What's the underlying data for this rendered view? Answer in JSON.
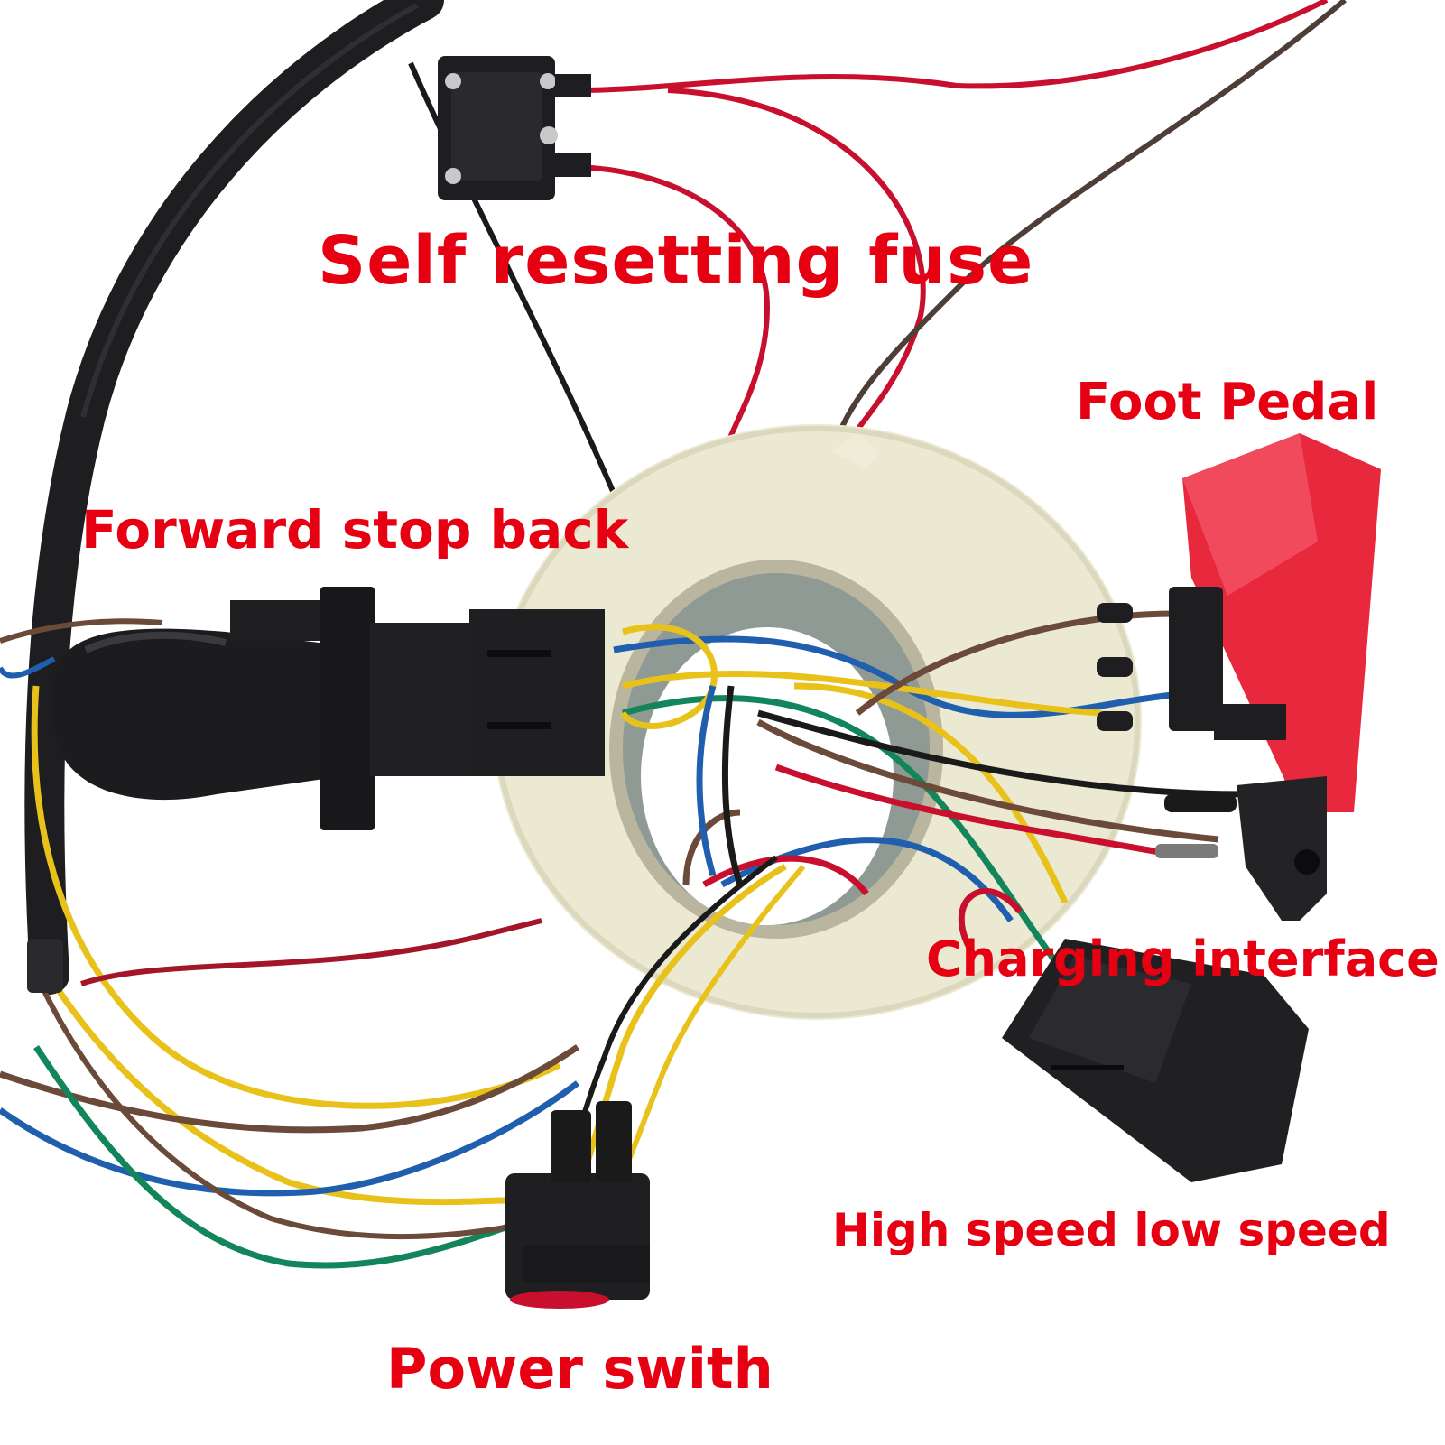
{
  "image": {
    "subject": "Ride-on toy car wiring harness with labeled components",
    "background_color": "#ffffff",
    "label_color": "#e60012"
  },
  "labels": {
    "self_resetting_fuse": "Self resetting fuse",
    "foot_pedal": "Foot Pedal",
    "forward_stop_back": "Forward stop back",
    "charging_interface": "Charging interface",
    "high_low_speed": "High speed low speed",
    "power_switch": "Power swith"
  },
  "components": [
    {
      "name": "self-resetting-fuse",
      "color": "#1e1e22"
    },
    {
      "name": "foot-pedal",
      "color": "#e8283c"
    },
    {
      "name": "forward-stop-back-shifter",
      "color": "#1c1c1f"
    },
    {
      "name": "charging-interface-port",
      "color": "#232326"
    },
    {
      "name": "high-low-speed-switch",
      "color": "#202023"
    },
    {
      "name": "power-switch",
      "color": "#1f1f22",
      "button_color": "#c8102e"
    },
    {
      "name": "tape-roll",
      "color": "#ece9d2"
    }
  ],
  "wire_colors": {
    "red": "#c8102e",
    "dark_red": "#a3162a",
    "black": "#1a1a1a",
    "brown": "#6b4a3a",
    "blue": "#1f5fae",
    "yellow": "#e8c21a",
    "green": "#12855a"
  }
}
